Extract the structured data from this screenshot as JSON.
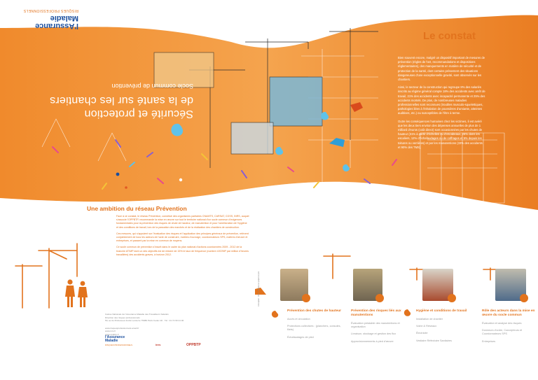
{
  "top_logo": {
    "brand_line1": "l'Assurance",
    "brand_line2": "Maladie",
    "tagline": "RISQUES PROFESSIONNELS"
  },
  "hero": {
    "title_line1": "Sécurité et protection",
    "title_line2": "de la santé sur les chantiers",
    "subtitle": "Socle commun de prévention"
  },
  "constat": {
    "title": "Le constat",
    "paragraphs": [
      "Bien souvent encore, malgré un dispositif important de mesures de prévention (règles de l'art, recommandations et dispositions réglementaires), des manquements en matière de sécurité et de protection de la santé, dont certains présentent des situations dangereuses d'une exceptionnelle gravité, sont observés sur les chantiers.",
      "Ainsi, le secteur de la construction qui regroupe 8% des salariés inscrits au régime général compte 18% des accidents avec arrêt de travail, 21% des accidents avec incapacité permanente et 25% des accidents mortels. De plus, de nombreuses maladies professionnelles sont reconnues (troubles musculo-squelettiques, pathologies liées à l'inhalation de poussières d'amiante, atteintes auditives, etc.) ou susceptibles de l'être à terme.",
      "Outre les conséquences humaines chez les victimes, il est avéré que les deux tiers environ des dépenses annuelles de plus de 1 milliard d'euros (coût direct) sont occasionnées par les chutes de hauteur (31% à partir d'échelles ou d'escabeaux, 28% dans les escaliers, 12% d'échafaudages ou de coffrages et 9% depuis les toitures ou verrières) et par les manutentions (33% des accidents et 90% des TMS)."
    ]
  },
  "ambition": {
    "title": "Une ambition du réseau Prévention",
    "paragraphs": [
      "Face à ce constat, le réseau Prévention, constitué des organismes paritaires CNAMTS, CARSAT, CGSS, INRS, auquel s'associe l'OPPBTP, recommande la mise en œuvre sur tout le territoire national d'un socle commun d'exigences fondamentales pour la prévention des risques de chute de hauteur, de manutention et pour l'amélioration de l'hygiène et des conditions de travail, lors de la passation des marchés et de la réalisation des chantiers de construction.",
      "Ces mesures, qui s'appuient sur l'évaluation des risques et l'application des principes généraux de prévention, relèvent conjointement de tous les acteurs de l'acte de construire, maîtres d'ouvrage, coordonnateurs SPS, maîtres d'œuvre et entreprises, et passent par la mise en commun de moyens.",
      "Ce socle commun de prévention s'inscrit dans le cadre du plan national d'actions coordonnées 2009 - 2012 de la branche AT/MP dont un des objectifs est de réduire de 15% le taux de fréquence (nombre d'AT/MP par million d'heures travaillées) des accidents graves, à horizon 2012."
    ]
  },
  "address": {
    "line1": "Caisse Nationale de l'Assurance Maladie des Travailleurs Salariés",
    "line2": "Direction des risques professionnels",
    "line3": "50, av du Professeur André Lemierre 75986 Paris Cedex 20 · Tél : 01 72 60 21 00",
    "web1": "www.risquesprofessionnels.ameli.fr",
    "web2": "www.inrs.fr",
    "web3": "www.oppbtp.fr"
  },
  "footer_logos": {
    "brand_line1": "l'Assurance",
    "brand_line2": "Maladie",
    "tagline": "RISQUES PROFESSIONNELS",
    "partner1": "inrs",
    "partner2": "OPPBTP"
  },
  "credits": "Conception : INRS · Imprimé sur papier recyclé",
  "columns": [
    {
      "heading": "Prévention des chutes de hauteur",
      "items": [
        "Accès et circulation",
        "Protections collectives : (planchers, consoles, filets)",
        "Échafaudages de pied"
      ]
    },
    {
      "heading": "Prévention des risques liés aux manutentions",
      "items": [
        "Évaluation préalable des manutentions et organisation",
        "Livraison, stockage et gestion des flux",
        "Approvisionnements à pied d'œuvre"
      ]
    },
    {
      "heading": "Hygiène et conditions de travail",
      "items": [
        "Installation de chantier",
        "Voirie & Réseaux",
        "Électricité",
        "Vestiaire Réfectoire Sanitaires"
      ]
    },
    {
      "heading": "Rôle des acteurs dans la mise en œuvre du socle commun",
      "items": [
        "Évaluation et analyse des risques",
        "Donneurs d'ordre, Concepteurs et Coordonnateurs SPS",
        "Entreprises"
      ]
    }
  ],
  "colors": {
    "orange": "#e2731d",
    "blue": "#1a4e9e",
    "grey": "#9a9a9a"
  }
}
